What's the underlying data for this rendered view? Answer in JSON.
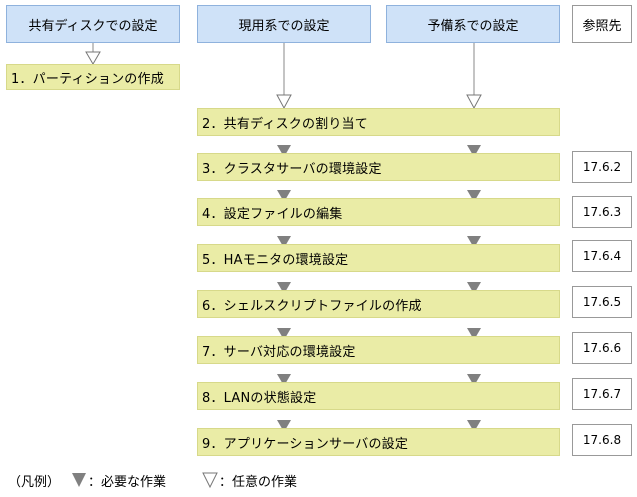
{
  "headers": {
    "shared_disk": "共有ディスクでの設定",
    "active": "現用系での設定",
    "standby": "予備系での設定",
    "reference": "参照先"
  },
  "steps": [
    {
      "label": "1．パーティションの作成",
      "ref": ""
    },
    {
      "label": "2．共有ディスクの割り当て",
      "ref": ""
    },
    {
      "label": "3．クラスタサーバの環境設定",
      "ref": "17.6.2"
    },
    {
      "label": "4．設定ファイルの編集",
      "ref": "17.6.3"
    },
    {
      "label": "5．HAモニタの環境設定",
      "ref": "17.6.4"
    },
    {
      "label": "6．シェルスクリプトファイルの作成",
      "ref": "17.6.5"
    },
    {
      "label": "7．サーバ対応の環境設定",
      "ref": "17.6.6"
    },
    {
      "label": "8．LANの状態設定",
      "ref": "17.6.7"
    },
    {
      "label": "9．アプリケーションサーバの設定",
      "ref": "17.6.8"
    }
  ],
  "legend": {
    "prefix": "（凡例）",
    "required": "：必要な作業",
    "optional": "：任意の作業"
  },
  "colors": {
    "header_fill": "#cfe2f8",
    "step_fill": "#eaeca6",
    "required_arrow": "#808080",
    "optional_arrow": "#ffffff"
  }
}
